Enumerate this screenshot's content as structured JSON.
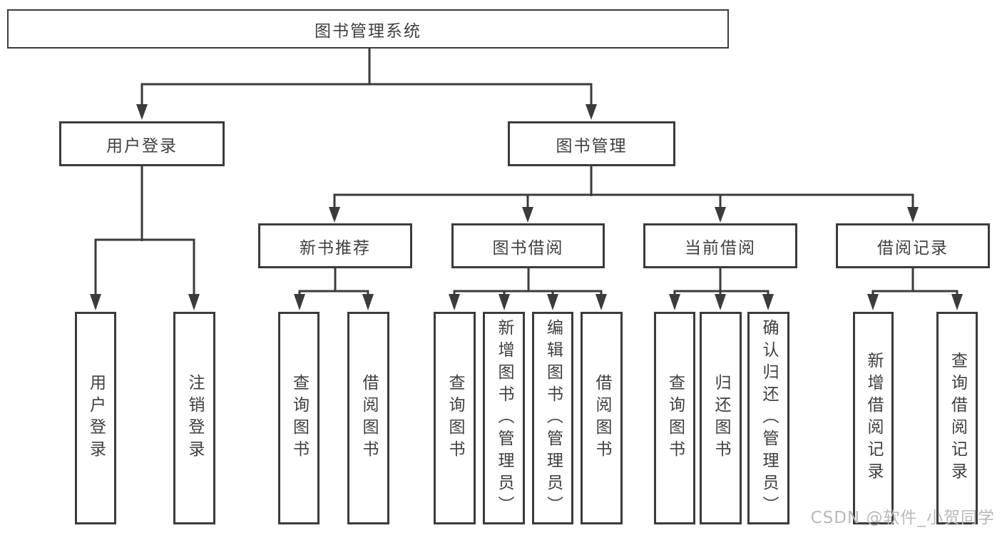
{
  "diagram": {
    "root": {
      "label": "图书管理系统"
    },
    "branches": [
      {
        "label": "用户登录",
        "leaves": [
          "用户登录",
          "注销登录"
        ]
      },
      {
        "label": "图书管理",
        "groups": [
          {
            "label": "新书推荐",
            "leaves": [
              "查询图书",
              "借阅图书"
            ]
          },
          {
            "label": "图书借阅",
            "leaves": [
              "查询图书",
              "新增图书（管理员）",
              "编辑图书（管理员）",
              "借阅图书"
            ]
          },
          {
            "label": "当前借阅",
            "leaves": [
              "查询图书",
              "归还图书",
              "确认归还（管理员）"
            ]
          },
          {
            "label": "借阅记录",
            "leaves": [
              "新增借阅记录",
              "查询借阅记录"
            ]
          }
        ]
      }
    ]
  },
  "watermark": "CSDN @软件_小贺同学",
  "colors": {
    "line": "#3b3b3b",
    "border": "#3b3b3b",
    "text": "#3f3f3f",
    "watermark": "#b9b9b9",
    "background": "#ffffff"
  }
}
